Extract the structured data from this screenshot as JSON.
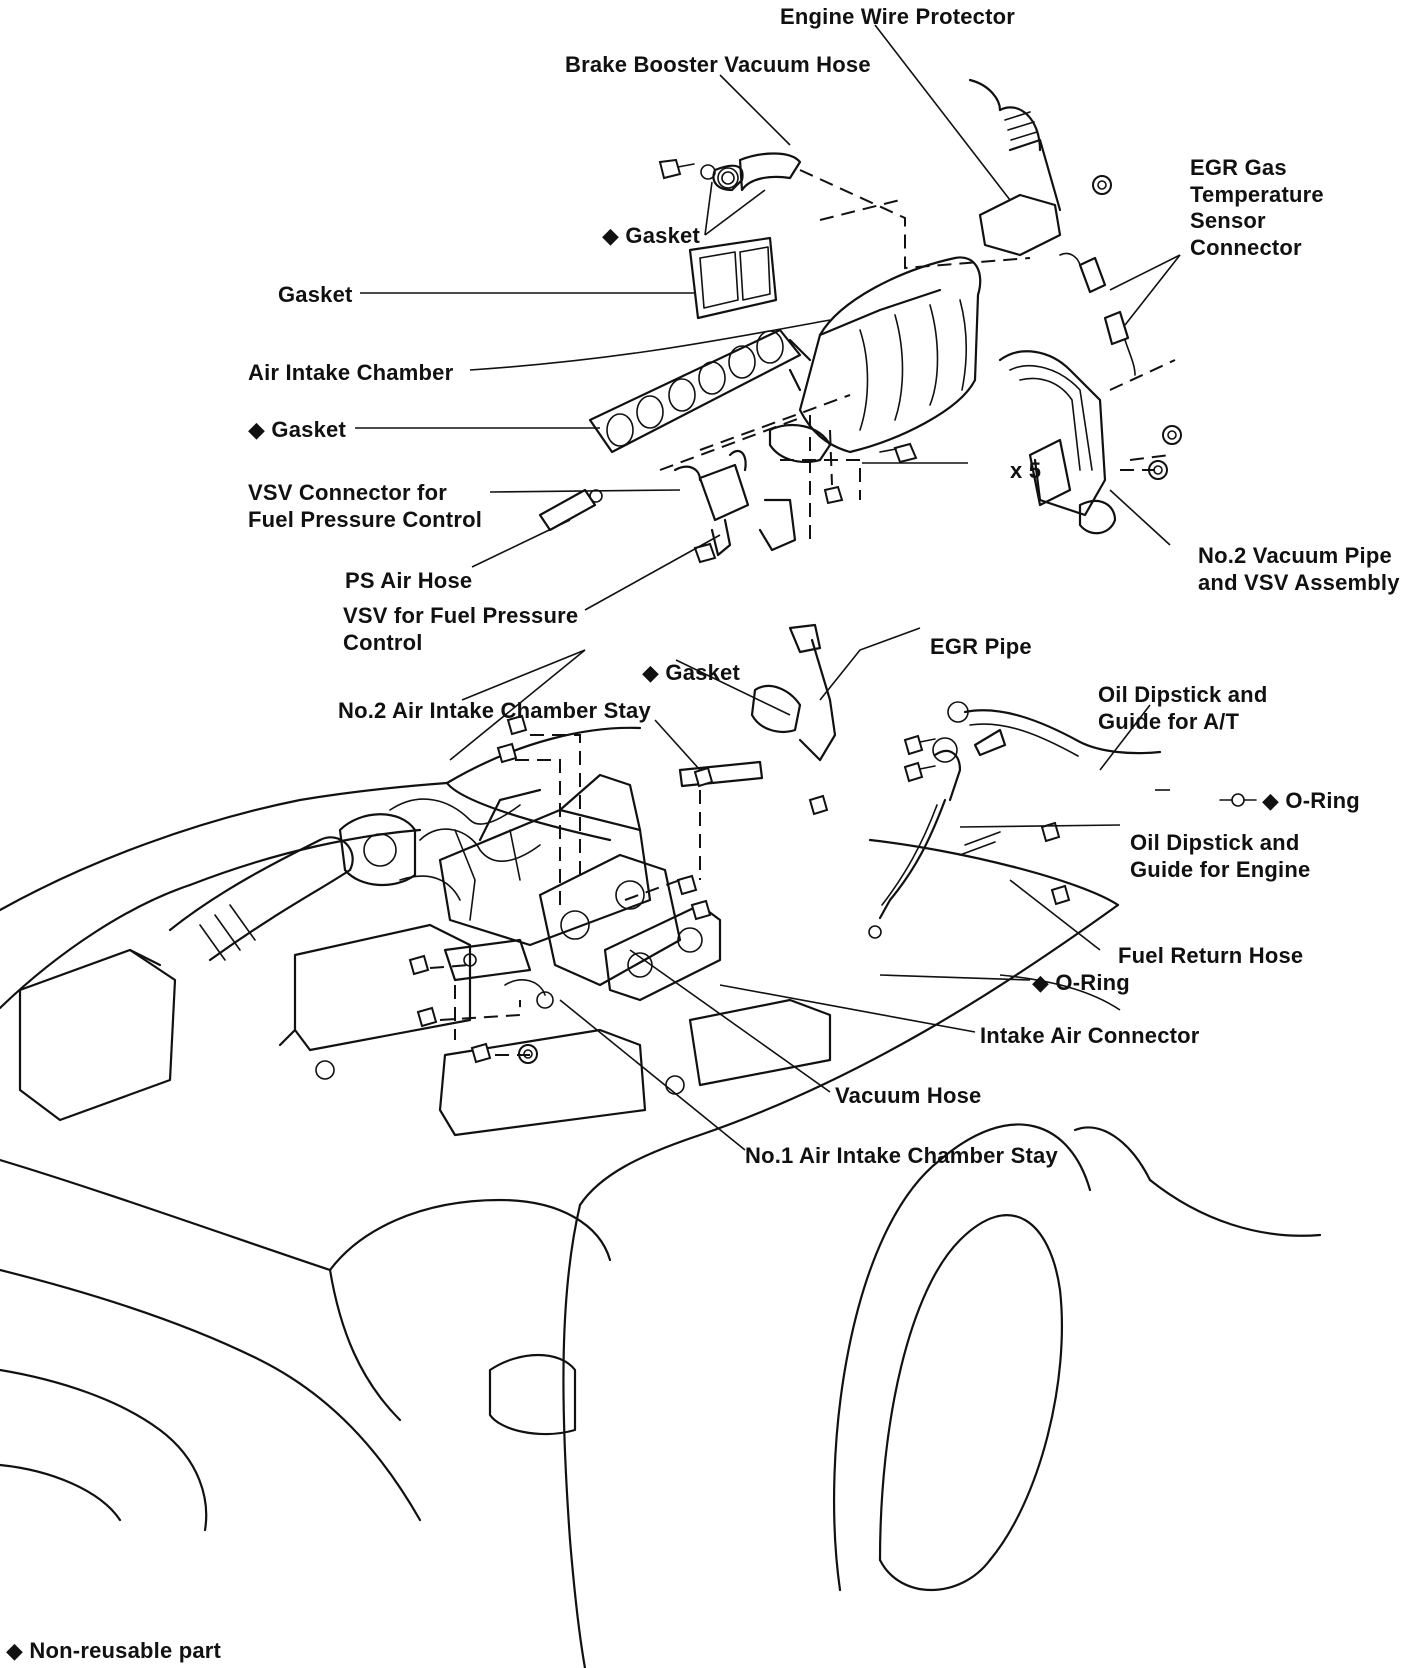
{
  "labels": {
    "engine_wire_protector": "Engine Wire Protector",
    "brake_booster_vacuum_hose": "Brake Booster Vacuum Hose",
    "gasket_1": "◆ Gasket",
    "egr_gas_temp_line1": "EGR Gas",
    "egr_gas_temp_line2": "Temperature",
    "egr_gas_temp_line3": "Sensor",
    "egr_gas_temp_line4": "Connector",
    "gasket_2": "Gasket",
    "air_intake_chamber": "Air Intake Chamber",
    "gasket_3": "◆ Gasket",
    "x5": "x 5",
    "vsv_connector_line1": "VSV Connector for",
    "vsv_connector_line2": "Fuel Pressure Control",
    "no2_vacuum_pipe_line1": "No.2 Vacuum Pipe",
    "no2_vacuum_pipe_line2": "and VSV Assembly",
    "ps_air_hose": "PS Air Hose",
    "vsv_fuel_line1": "VSV for Fuel Pressure",
    "vsv_fuel_line2": "Control",
    "egr_pipe": "EGR Pipe",
    "gasket_4": "◆ Gasket",
    "no2_stay": "No.2 Air Intake Chamber Stay",
    "dipstick_at_line1": "Oil Dipstick and",
    "dipstick_at_line2": "Guide for A/T",
    "oring_1": "◆ O-Ring",
    "dipstick_engine_line1": "Oil Dipstick and",
    "dipstick_engine_line2": "Guide for Engine",
    "fuel_return_hose": "Fuel Return Hose",
    "oring_2": "◆ O-Ring",
    "intake_air_connector": "Intake Air Connector",
    "vacuum_hose": "Vacuum Hose",
    "no1_stay": "No.1 Air Intake Chamber Stay",
    "legend": "◆ Non-reusable part"
  },
  "icons": [
    "bolt-icon",
    "nut-icon",
    "diamond-icon"
  ]
}
